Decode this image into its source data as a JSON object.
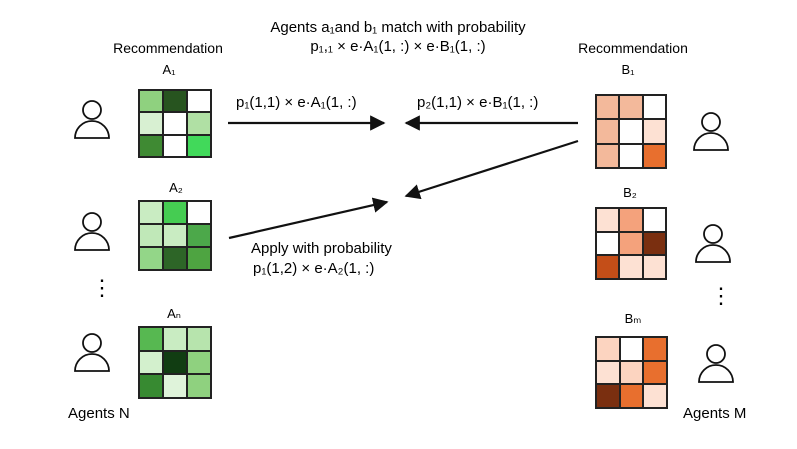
{
  "title": {
    "line1": "Agents a₁and b₁ match with probability",
    "line2": "p₁,₁ × e·A₁(1, :) × e·B₁(1, :)"
  },
  "left": {
    "heading": "Recommendation",
    "footer": "Agents N",
    "dots": "⋮",
    "matrices": [
      {
        "label": "A₁",
        "colors": [
          "#8fd17f",
          "#27541f",
          "#ffffff",
          "#d8f0d2",
          "#ffffff",
          "#b0e0a4",
          "#3f8a33",
          "#ffffff",
          "#41d95a"
        ]
      },
      {
        "label": "A₂",
        "colors": [
          "#c9ecc2",
          "#45cc52",
          "#ffffff",
          "#c0e8b8",
          "#c9ecc2",
          "#4ca84a",
          "#93d688",
          "#2d6527",
          "#4ea441"
        ]
      },
      {
        "label": "Aₙ",
        "colors": [
          "#57b851",
          "#c9ecc2",
          "#b7e4ad",
          "#d3f0cd",
          "#113d12",
          "#8fd17f",
          "#378a31",
          "#dff3da",
          "#8fd17f"
        ]
      }
    ]
  },
  "right": {
    "heading": "Recommendation",
    "footer": "Agents M",
    "dots": "⋮",
    "matrices": [
      {
        "label": "B₁",
        "colors": [
          "#f3b99b",
          "#f3b99b",
          "#ffffff",
          "#f3b99b",
          "#ffffff",
          "#fde1d3",
          "#f3b99b",
          "#ffffff",
          "#e86f2e"
        ]
      },
      {
        "label": "B₂",
        "colors": [
          "#fde1d3",
          "#f4a27c",
          "#ffffff",
          "#ffffff",
          "#f4a27c",
          "#7a2f10",
          "#c44e18",
          "#fde1d3",
          "#fde1d3"
        ]
      },
      {
        "label": "Bₘ",
        "colors": [
          "#fcd4c0",
          "#ffffff",
          "#e86f2e",
          "#fde1d3",
          "#fcd4c0",
          "#e86f2e",
          "#7a2f10",
          "#e86f2e",
          "#fde1d3"
        ]
      }
    ]
  },
  "annotations": {
    "top_left": "p₁(1,1) × e·A₁(1, :)",
    "top_right": "p₂(1,1) × e·B₁(1, :)",
    "apply_line1": "Apply with probability",
    "apply_line2": "p₁(1,2) × e·A₂(1, :)"
  },
  "colors": {
    "arrow": "#111111",
    "icon_stroke": "#111111",
    "grid_border": "#222222"
  }
}
